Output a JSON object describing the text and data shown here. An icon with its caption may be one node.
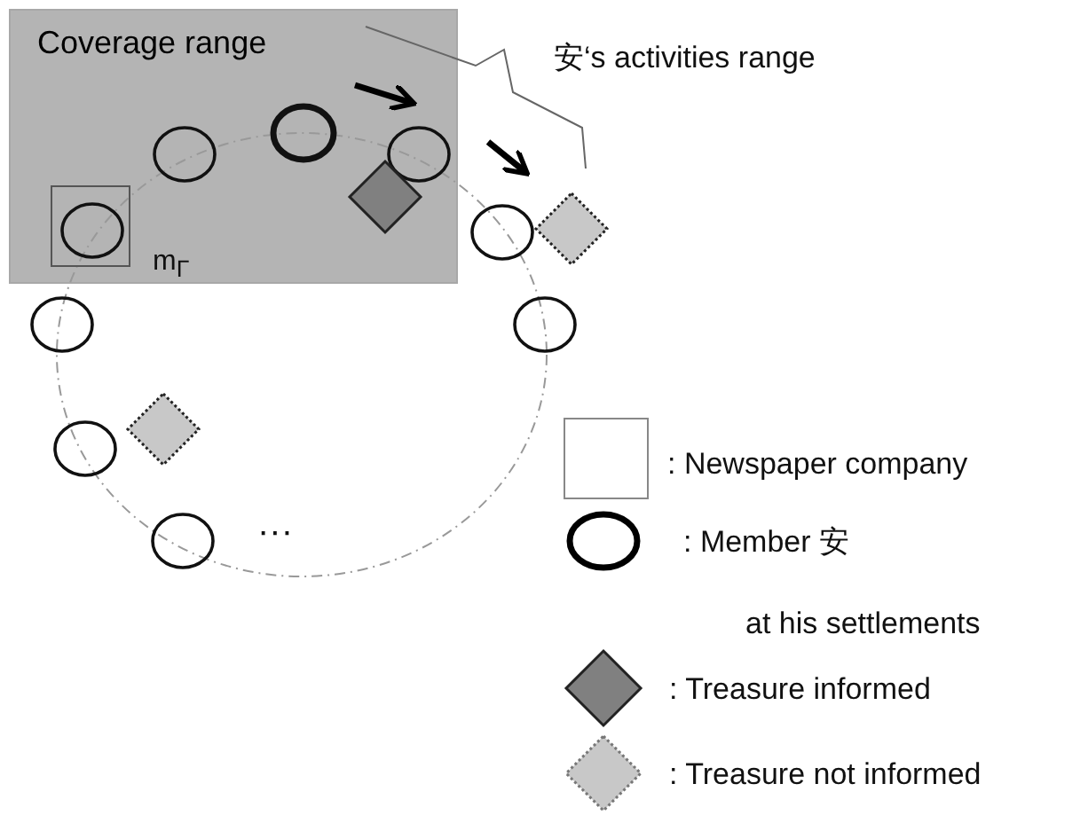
{
  "diagram": {
    "nodes": [
      {
        "text": [
          "Coverage range"
        ]
      }
    ],
    "labels": [
      "安‘s activities range",
      "m$_{Γ}$",
      "···",
      "at his settlements"
    ],
    "legend": [
      {
        "text": ": Newspaper company"
      },
      {
        "text": ": Member 安"
      },
      {
        "text": ": Treasure informed"
      },
      {
        "text": ": Treasure not informed"
      }
    ]
  }
}
